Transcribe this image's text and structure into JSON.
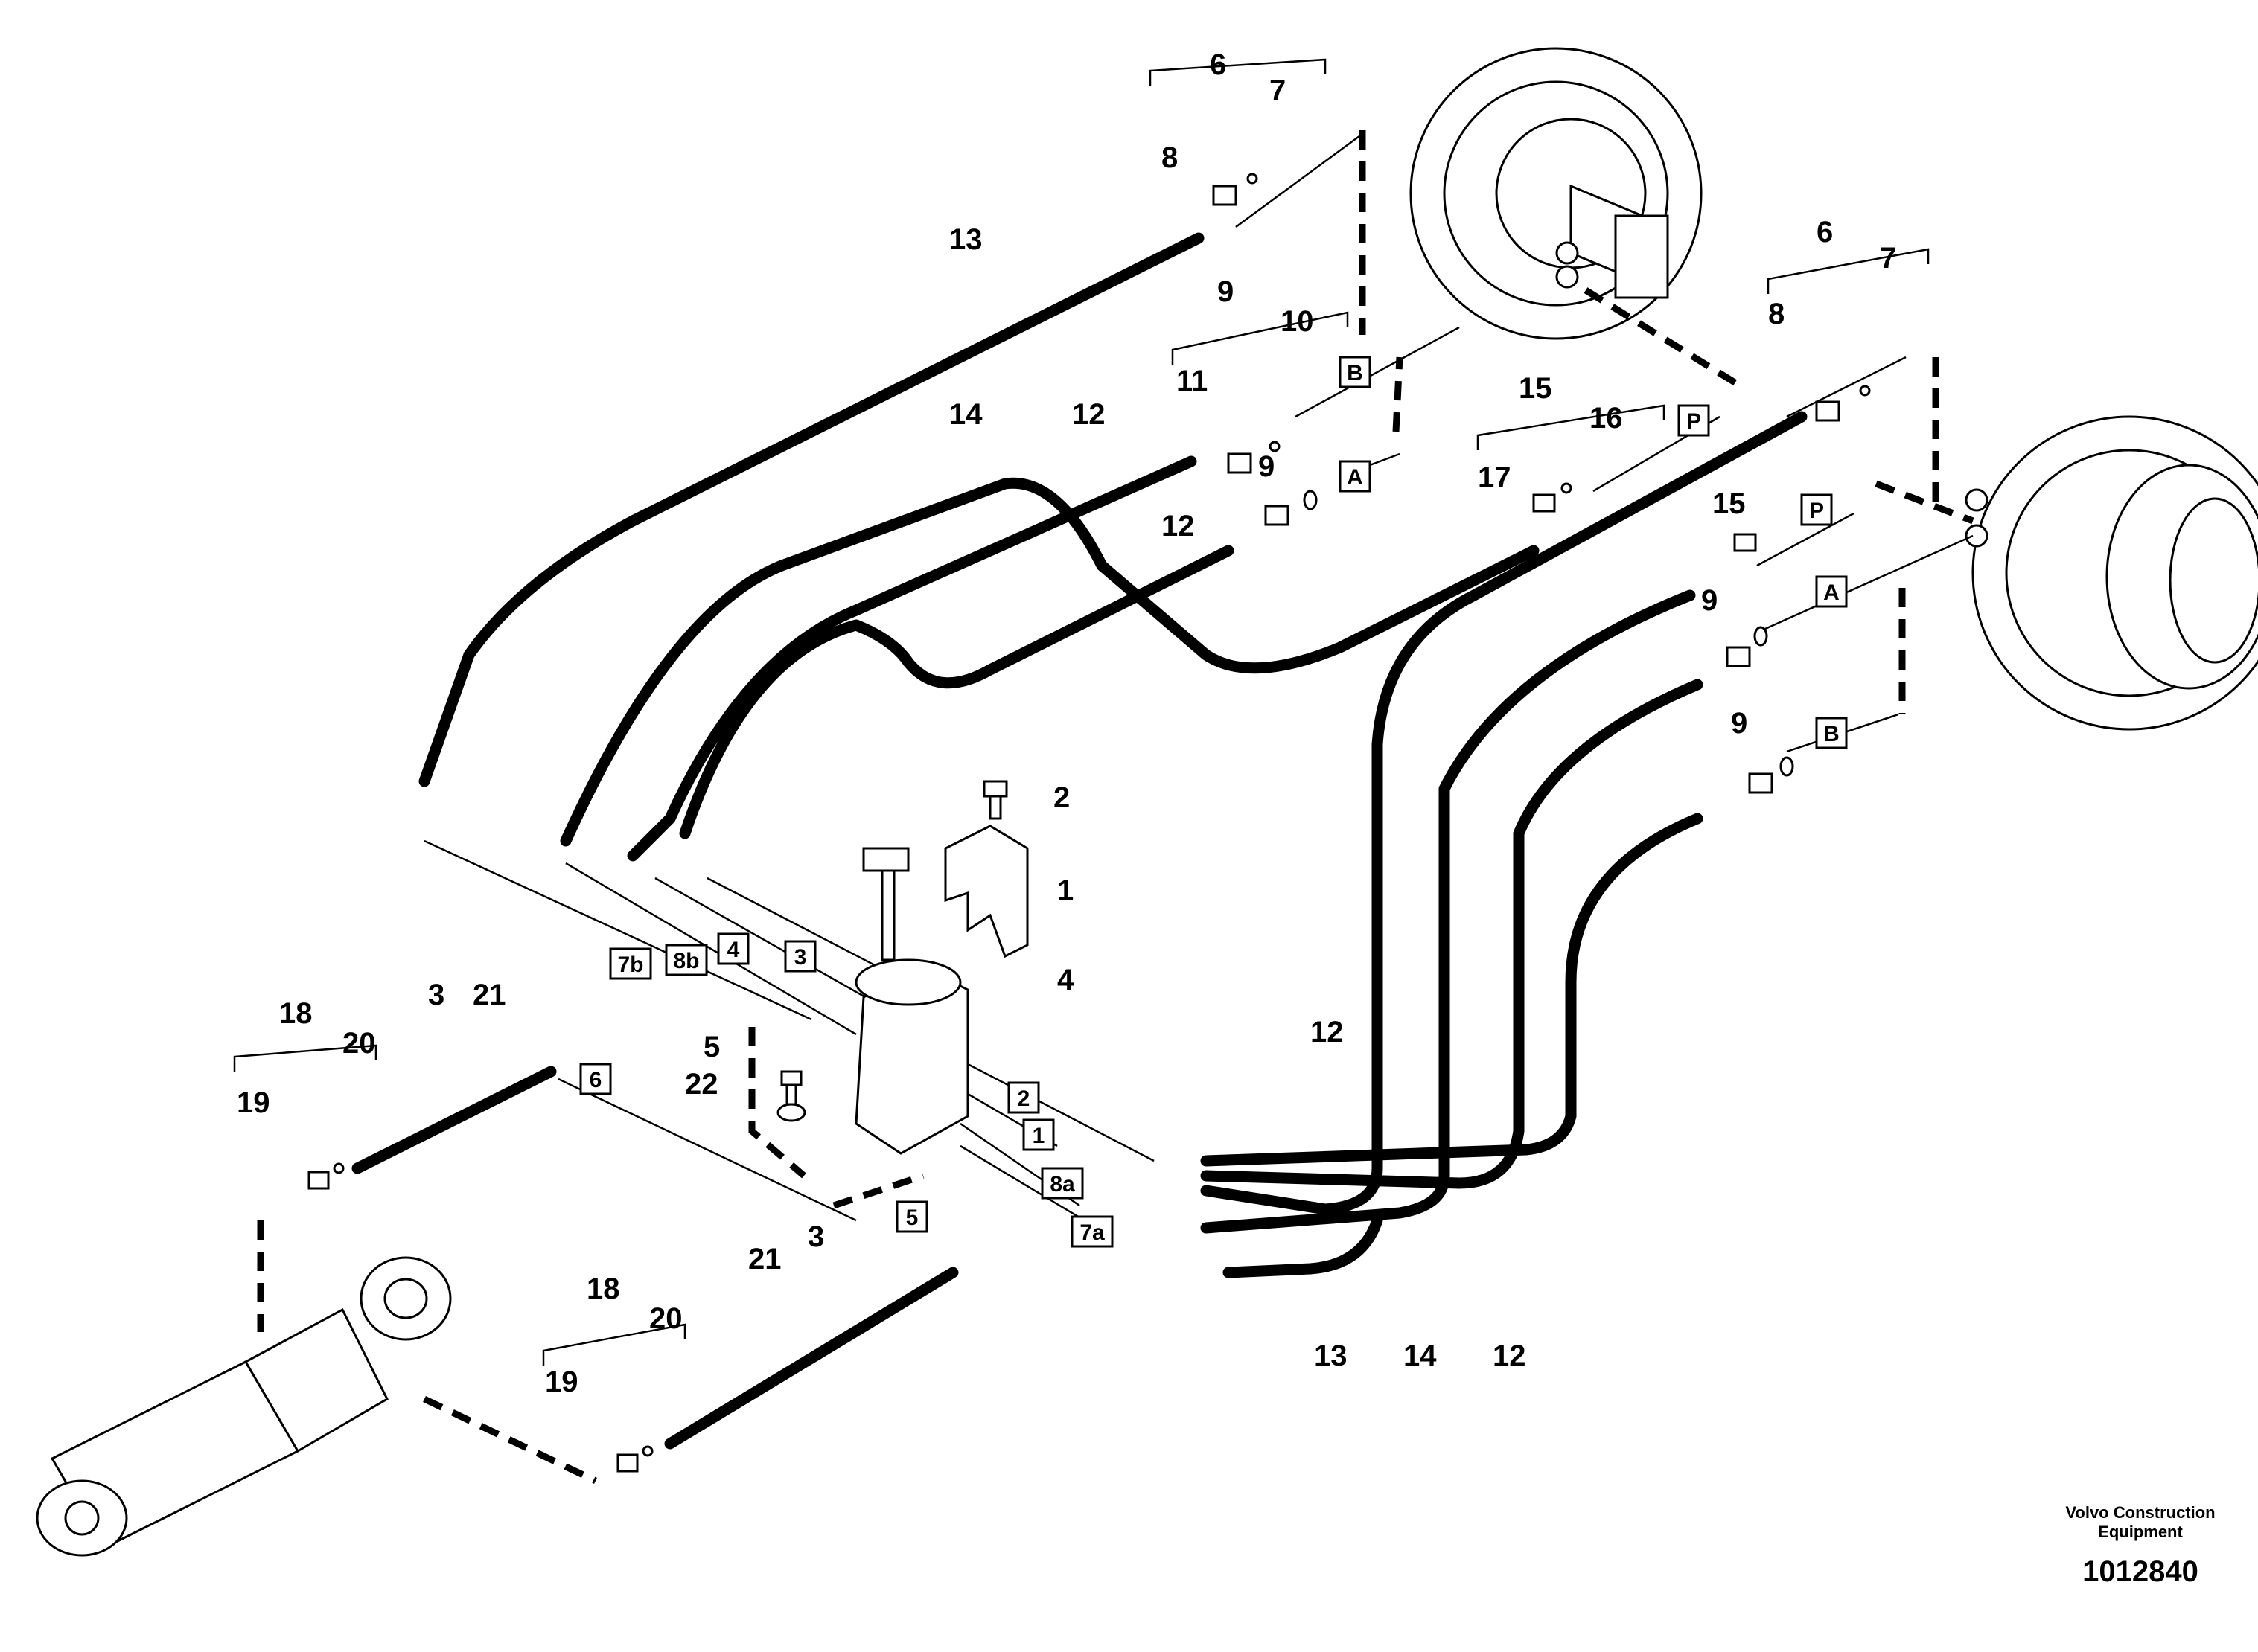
{
  "callouts": [
    "1",
    "2",
    "3",
    "4",
    "5",
    "6",
    "7",
    "8",
    "9",
    "10",
    "11",
    "12",
    "13",
    "14",
    "15",
    "16",
    "17",
    "18",
    "19",
    "20",
    "21",
    "22"
  ],
  "port_boxes": [
    "A",
    "B",
    "P",
    "1",
    "2",
    "3",
    "4",
    "5",
    "6",
    "7a",
    "7b",
    "8a",
    "8b"
  ],
  "footer": {
    "company": "Volvo Construction",
    "company_line2": "Equipment",
    "drawing_number": "1012840"
  }
}
